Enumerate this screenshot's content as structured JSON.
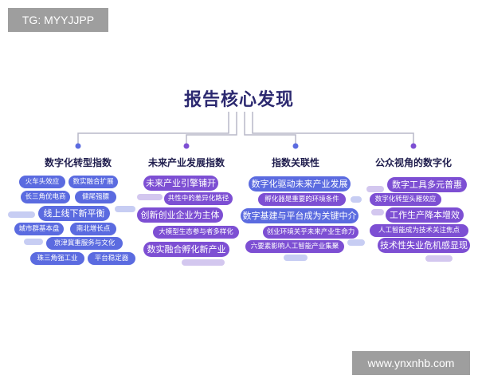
{
  "watermarks": {
    "top_left": "TG: MYYJJPP",
    "bottom_right": "www.ynxnhb.com"
  },
  "title": "报告核心发现",
  "columns": [
    {
      "title": "数字化转型指数",
      "tags": [
        "火车头效应",
        "数实融合扩展",
        "长三角优电商",
        "健尾强膘",
        "线上线下新平衡",
        "城市群基本盘",
        "南北增长点",
        "京津冀重服务与文化",
        "珠三角强工业",
        "平台稳定器"
      ]
    },
    {
      "title": "未来产业发展指数",
      "tags": [
        "未来产业引擎铺开",
        "共性中的差异化路径",
        "创新创业企业为主体",
        "大模型生态参与者多样化",
        "数实融合孵化新产业"
      ]
    },
    {
      "title": "指数关联性",
      "tags": [
        "数字化驱动未来产业发展",
        "孵化器是重要的环境条件",
        "数字基建与平台成为关键中介",
        "创业环境关乎未来产业生命力",
        "六要素影响人工智能产业集聚"
      ]
    },
    {
      "title": "公众视角的数字化",
      "tags": [
        "数字工具多元普惠",
        "数字化转型头雁效应",
        "工作生产降本增效",
        "人工智能成为技术关注焦点",
        "技术性失业危机感显现"
      ]
    }
  ],
  "colors": {
    "title": "#2c2970",
    "blue": "#5b6be0",
    "purple": "#7d4fd3",
    "connector": "#b8b8c8"
  }
}
